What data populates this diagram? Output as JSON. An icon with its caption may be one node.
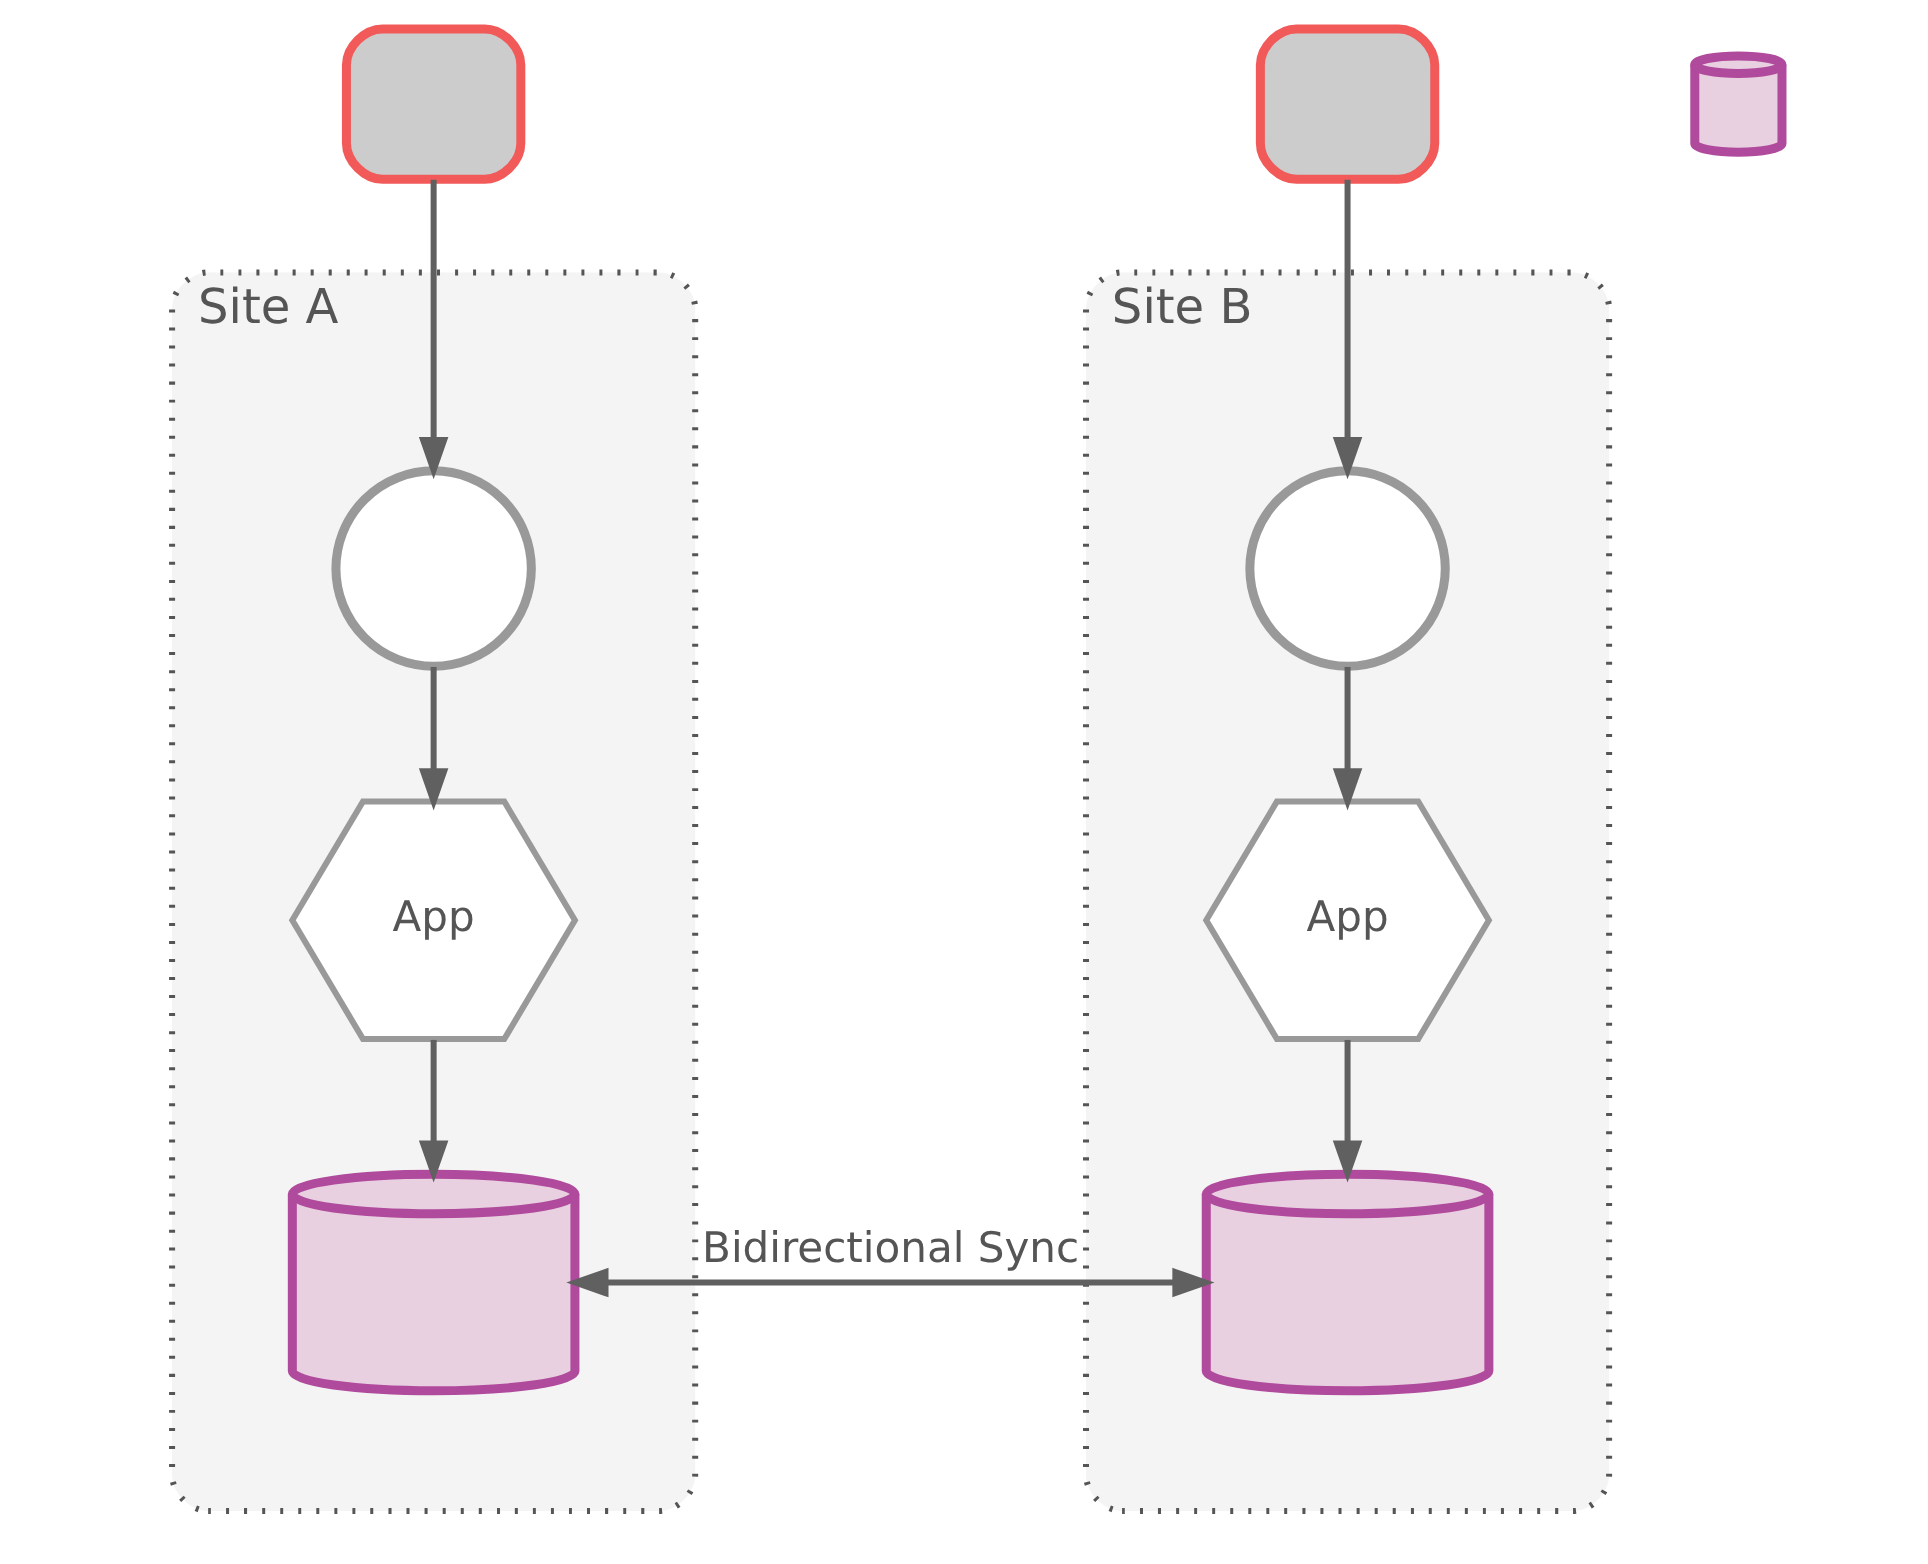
{
  "diagram": {
    "nodes": [
      {
        "text": [],
        "shape": "person"
      },
      {
        "text": [],
        "shape": "person"
      },
      {
        "text": [
          "Site A"
        ]
      },
      {
        "text": [],
        "shape": "circle",
        "in": 2
      },
      {
        "text": [
          "App"
        ],
        "in": 2
      },
      {
        "text": [],
        "shape": "cylinder",
        "in": 2
      },
      {
        "text": [
          "Site B"
        ]
      },
      {
        "text": [],
        "shape": "circle",
        "in": 6
      },
      {
        "text": [
          "App"
        ],
        "in": 6
      },
      {
        "text": [],
        "shape": "cylinder",
        "in": 6
      },
      {
        "text": [],
        "shape": "cylinder"
      }
    ],
    "edges": [
      {
        "from": 0,
        "to": 3,
        "arrow": "to"
      },
      {
        "from": 3,
        "to": 4,
        "arrow": "to"
      },
      {
        "from": 4,
        "to": 5,
        "arrow": "to"
      },
      {
        "from": 1,
        "to": 7,
        "arrow": "to"
      },
      {
        "from": 7,
        "to": 8,
        "arrow": "to"
      },
      {
        "from": 8,
        "to": 9,
        "arrow": "to"
      },
      {
        "from": 5,
        "to": 9,
        "arrow": "both",
        "label": "Bidirectional Sync"
      }
    ]
  }
}
